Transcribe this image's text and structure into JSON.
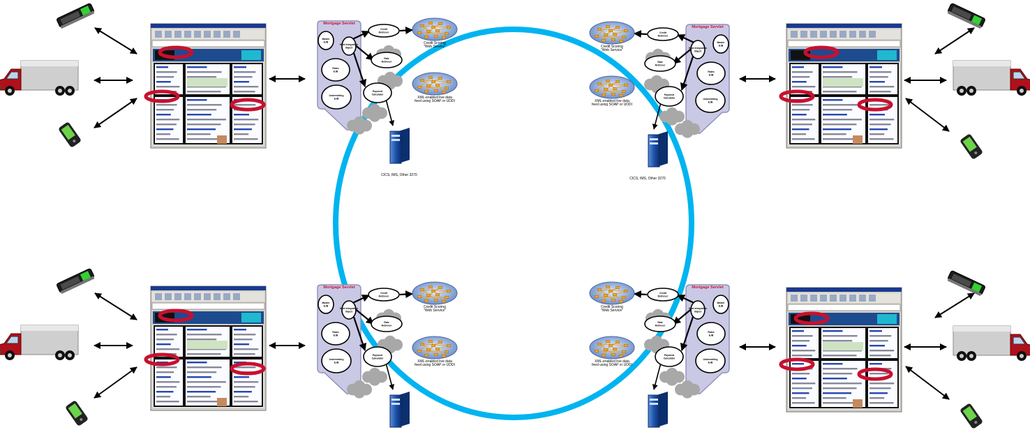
{
  "diagram": {
    "ring_color": "#00b4f0",
    "nodes": [
      {
        "id": "tl",
        "flip": false
      },
      {
        "id": "tr",
        "flip": true
      },
      {
        "id": "bl",
        "flip": false
      },
      {
        "id": "br",
        "flip": true
      }
    ],
    "server_labels": {
      "title": "Mortgage Servlet",
      "master_ejb": "Master EJB",
      "host_integration": "Host Integration Object",
      "rates_ejb": "Rates EJB",
      "underwriting": "Underwriting EJB",
      "credit_retriever": "Credit Retriever",
      "rate_retriever": "Rate Retriever",
      "payment_calculator": "Payment Calculator",
      "credit_scoring": "Credit Scoring",
      "web_service": "\"Web Service\"",
      "xml_line1": "XML-enabled live data",
      "xml_line2": "feed using SOAP or UDDI",
      "mainframe": "CICS, IMS, Other 3270"
    },
    "icons": [
      "phone-icon",
      "truck-icon",
      "pda-icon",
      "browser-screenshot-icon",
      "server-tower-icon",
      "network-globe-icon",
      "cloud-icon"
    ]
  }
}
